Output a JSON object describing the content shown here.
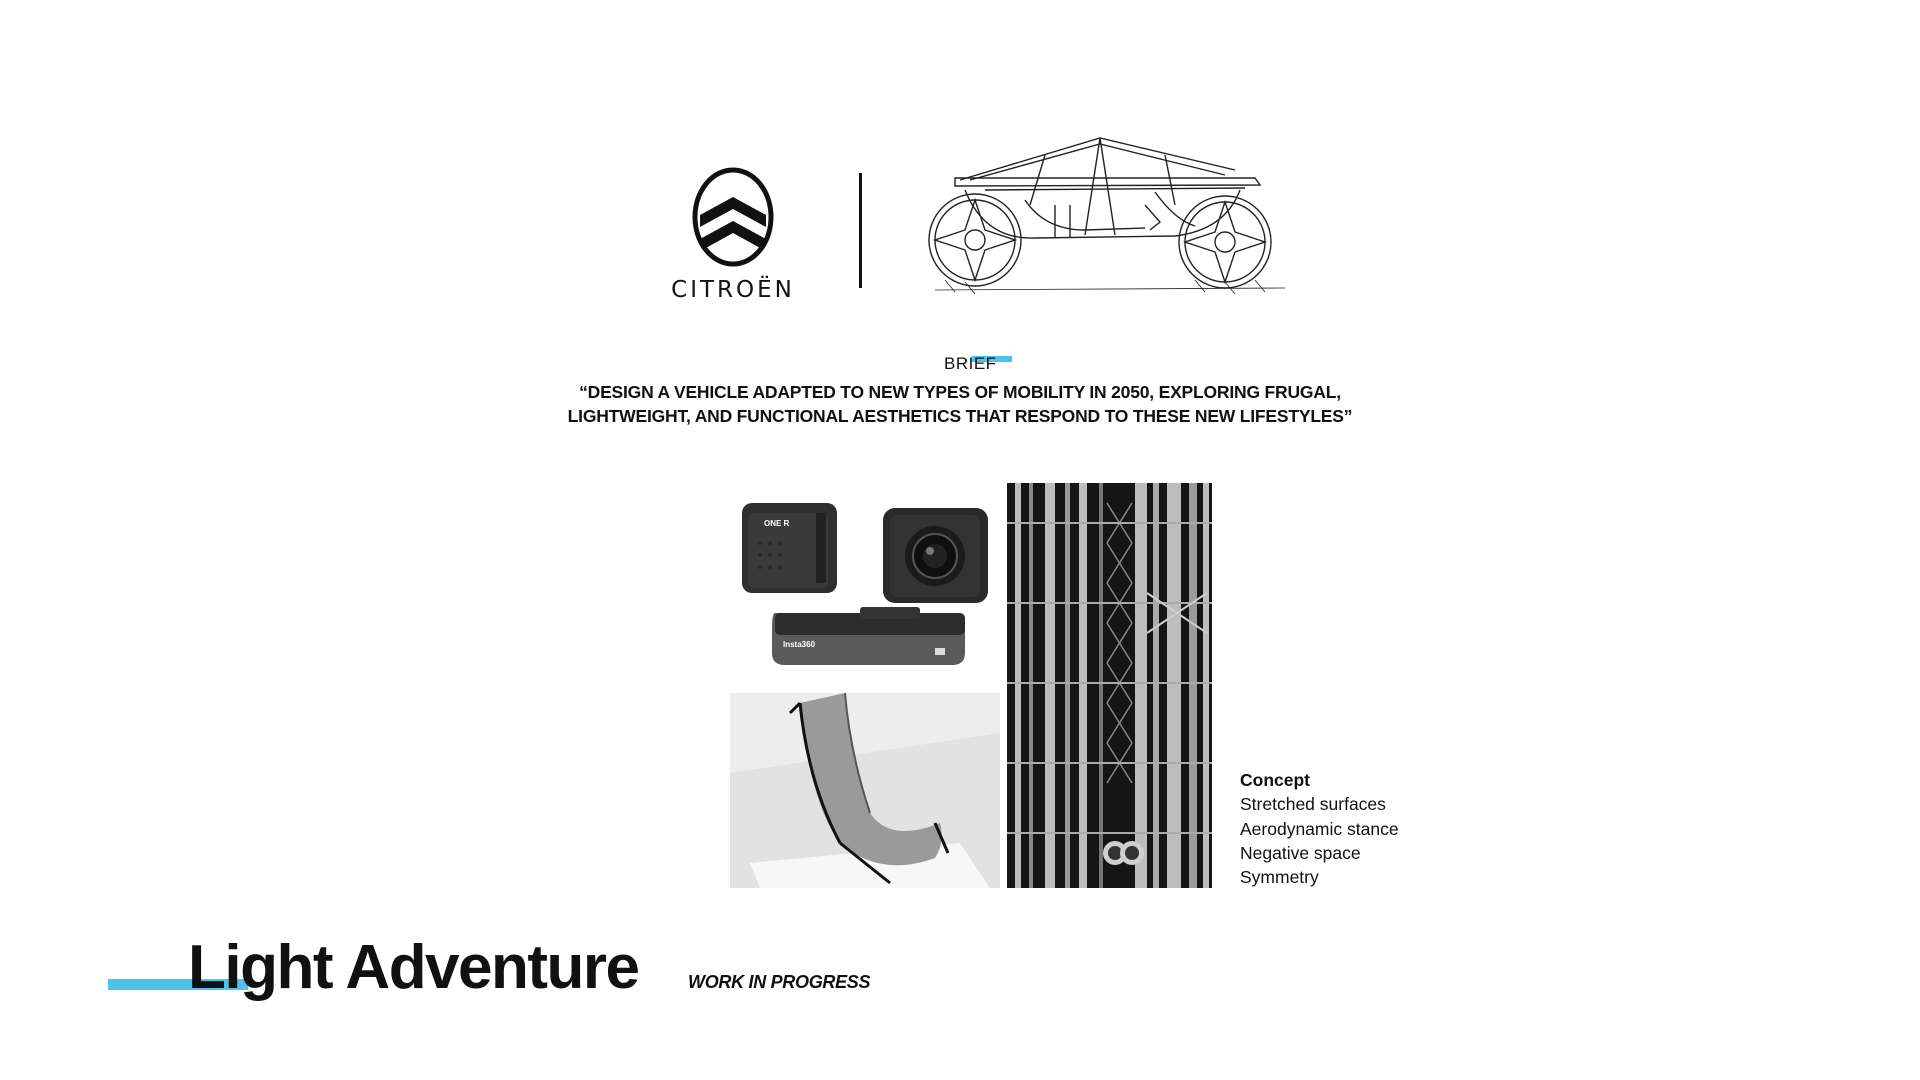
{
  "brand": {
    "name": "CITROËN",
    "logo_icon": "citroen-double-chevron-icon"
  },
  "sketch": {
    "icon": "vehicle-sketch-icon"
  },
  "brief": {
    "label": "BRIEF",
    "quote_line1": "“DESIGN A VEHICLE ADAPTED TO NEW TYPES OF MOBILITY IN 2050, EXPLORING FRUGAL,",
    "quote_line2": "LIGHTWEIGHT, AND FUNCTIONAL AESTHETICS THAT RESPOND TO THESE NEW LIFESTYLES”"
  },
  "moodboard": {
    "camera_label_one": "ONE R",
    "camera_base_label": "Insta360"
  },
  "concept": {
    "title": "Concept",
    "items": [
      "Stretched surfaces",
      "Aerodynamic stance",
      "Negative space",
      "Symmetry"
    ]
  },
  "project": {
    "title": "Light Adventure",
    "status": "WORK IN PROGRESS"
  },
  "colors": {
    "accent": "#4bc3ea",
    "text": "#111111",
    "background": "#ffffff"
  }
}
